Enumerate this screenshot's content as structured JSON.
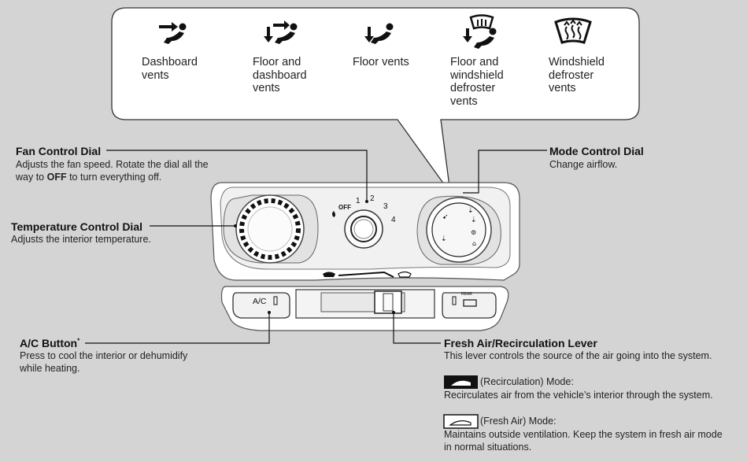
{
  "modes": [
    {
      "label": "Dashboard\nvents",
      "icon": "dashboard-vents-icon"
    },
    {
      "label": "Floor and\ndashboard\nvents",
      "icon": "floor-and-dashboard-vents-icon"
    },
    {
      "label": "Floor vents",
      "icon": "floor-vents-icon"
    },
    {
      "label": "Floor and\nwindshield\ndefroster\nvents",
      "icon": "floor-and-windshield-defroster-icon"
    },
    {
      "label": "Windshield\ndefroster\nvents",
      "icon": "windshield-defroster-icon"
    }
  ],
  "fan": {
    "title": "Fan Control Dial",
    "desc_pre": "Adjusts the fan speed. Rotate the dial all the way to ",
    "desc_bold": "OFF",
    "desc_post": " to turn everything off."
  },
  "mode_dial": {
    "title": "Mode Control Dial",
    "desc": "Change airflow."
  },
  "temp": {
    "title": "Temperature Control Dial",
    "desc": "Adjusts the interior temperature."
  },
  "ac": {
    "title": "A/C Button",
    "sup": "*",
    "desc": "Press to cool the interior or dehumidify\nwhile heating."
  },
  "lever": {
    "title": "Fresh Air/Recirculation Lever",
    "desc": "This lever controls the source of the air going into the system.",
    "recirc_label": "(Recirculation) Mode:",
    "recirc_desc": "Recirculates air from the vehicle’s interior through the system.",
    "fresh_label": "(Fresh Air) Mode:",
    "fresh_desc": "Maintains outside ventilation. Keep the system in fresh air mode\nin normal situations."
  },
  "panel": {
    "fan_off": "OFF",
    "fan_1": "1",
    "fan_2": "2",
    "fan_3": "3",
    "fan_4": "4",
    "ac_button": "A/C",
    "rear_defrost_label": "REAR"
  }
}
